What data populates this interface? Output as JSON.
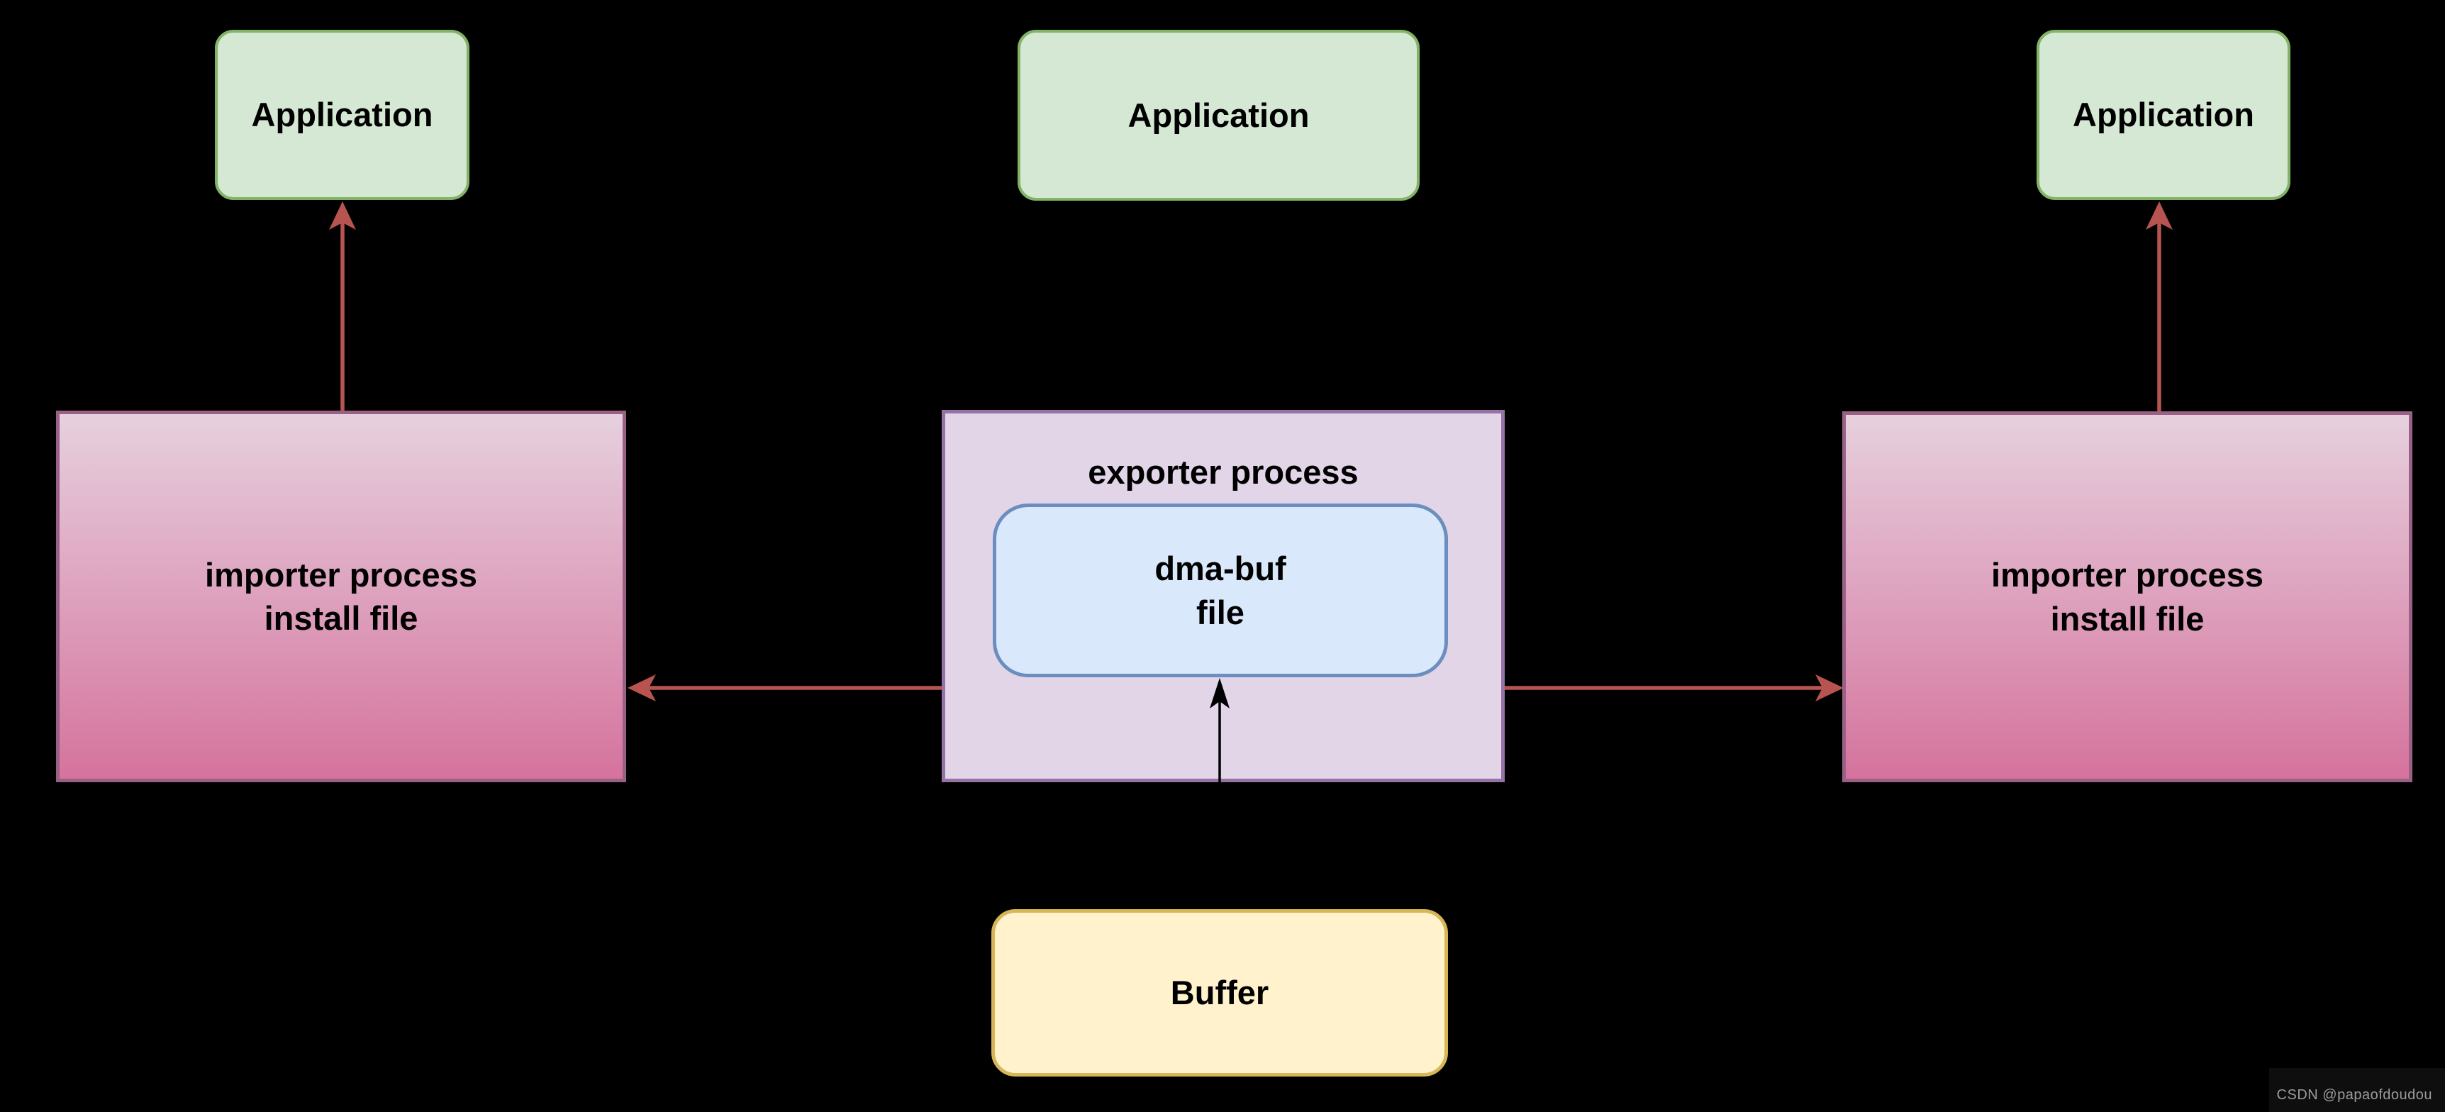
{
  "nodes": {
    "app_left": {
      "label": "Application"
    },
    "app_center": {
      "label": "Application"
    },
    "app_right": {
      "label": "Application"
    },
    "importer_left": {
      "label": "importer process\ninstall file"
    },
    "exporter": {
      "label": "exporter process"
    },
    "dma_buf": {
      "label": "dma-buf\nfile"
    },
    "importer_right": {
      "label": "importer process\ninstall file"
    },
    "buffer": {
      "label": "Buffer"
    }
  },
  "edges": [
    {
      "name": "importer-left-to-application-left",
      "from": "importer_left",
      "to": "app_left",
      "color": "#b85450"
    },
    {
      "name": "importer-right-to-application-right",
      "from": "importer_right",
      "to": "app_right",
      "color": "#b85450"
    },
    {
      "name": "exporter-to-importer-left",
      "from": "exporter",
      "to": "importer_left",
      "color": "#b85450"
    },
    {
      "name": "exporter-to-importer-right",
      "from": "exporter",
      "to": "importer_right",
      "color": "#b85450"
    },
    {
      "name": "buffer-to-dma-buf-file",
      "from": "buffer",
      "to": "dma_buf",
      "color": "#000000"
    }
  ],
  "colors": {
    "background": "#000000",
    "application_fill": "#d5e8d4",
    "application_stroke": "#82b366",
    "importer_fill_top": "#e6d0de",
    "importer_fill_bottom": "#d5739d",
    "importer_stroke": "#996185",
    "exporter_fill": "#e1d5e7",
    "exporter_stroke": "#9673a6",
    "dma_buf_fill": "#dae8fc",
    "dma_buf_stroke": "#6c8ebf",
    "buffer_fill": "#fff2cc",
    "buffer_stroke": "#d6b656",
    "arrow_red": "#b85450",
    "arrow_black": "#000000"
  },
  "watermark": {
    "text": "CSDN @papaofdoudou",
    "color": "#9b9b9b"
  }
}
